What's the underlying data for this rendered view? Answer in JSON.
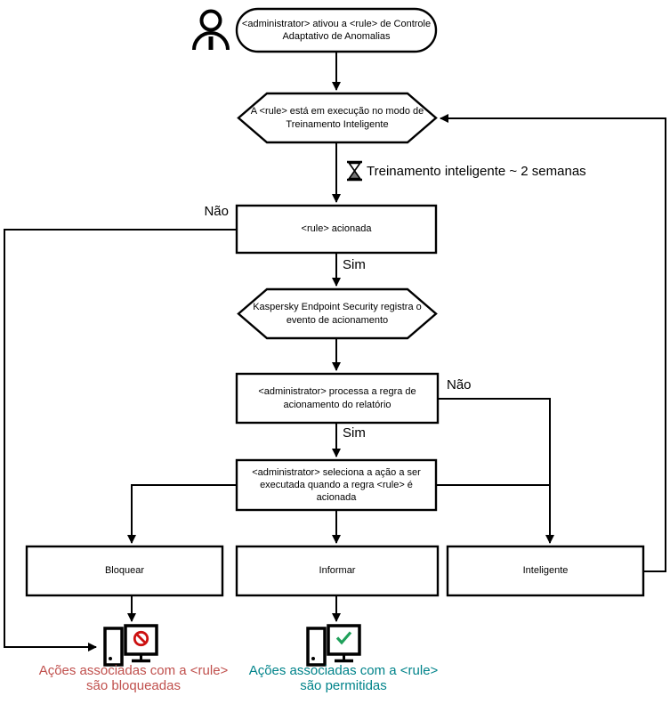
{
  "flowchart": {
    "start": "<administrator> ativou a <rule> de Controle Adaptativo de Anomalias",
    "training_mode": "A <rule> está em execução no modo de Treinamento Inteligente",
    "timer_label": "Treinamento inteligente ~ 2 semanas",
    "rule_triggered": "<rule> acionada",
    "registers_event": "Kaspersky Endpoint Security registra o evento de acionamento",
    "process_rule": "<administrator> processa a regra de acionamento do relatório",
    "select_action": "<administrator> seleciona a ação a ser executada quando a regra <rule> é acionada",
    "actions": {
      "block": "Bloquear",
      "inform": "Informar",
      "smart": "Inteligente"
    },
    "labels": {
      "no_rule_triggered": "Não",
      "yes_rule_triggered": "Sim",
      "no_process_rule": "Não",
      "yes_process_rule": "Sim"
    },
    "outcomes": {
      "blocked": {
        "line1": "Ações associadas com a <rule>",
        "line2": "são bloqueadas",
        "color": "#c0504d"
      },
      "allowed": {
        "line1": "Ações associadas com a <rule>",
        "line2": "são permitidas",
        "color": "#00838a"
      }
    },
    "icon_colors": {
      "prohibition": "#cc1111",
      "check": "#1fa05a",
      "line": "#000000"
    }
  }
}
